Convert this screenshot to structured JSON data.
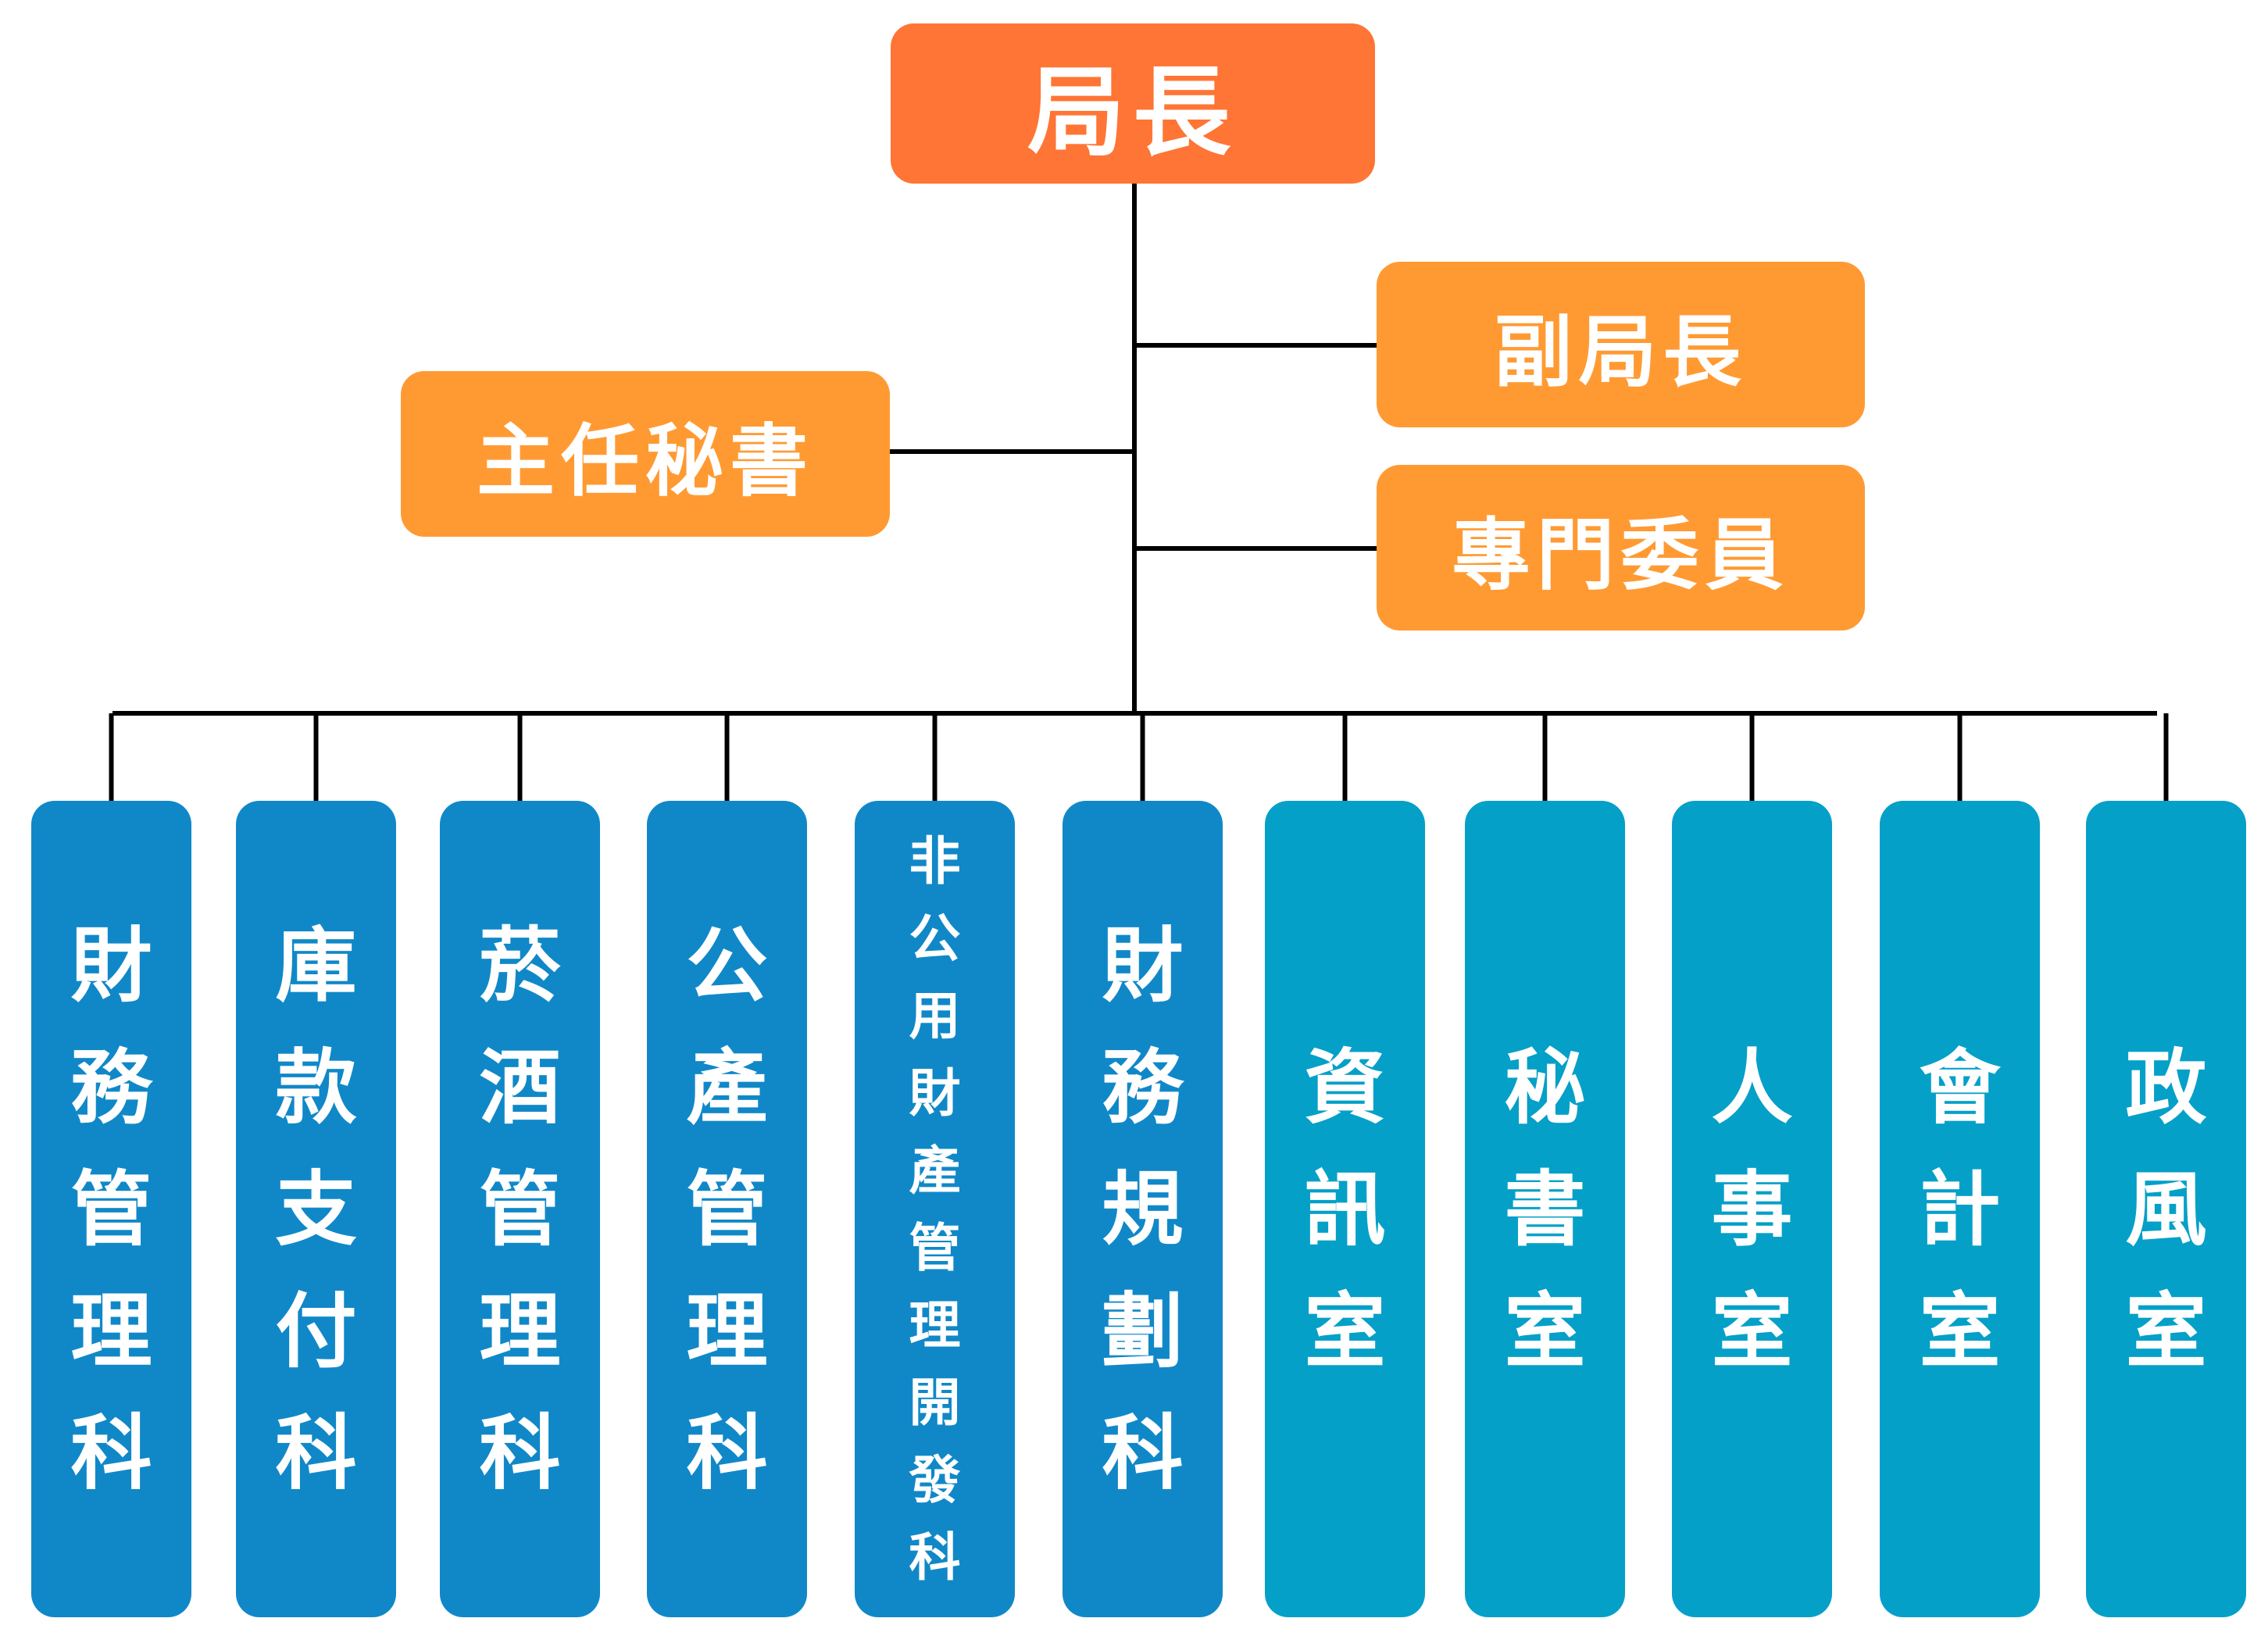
{
  "colors": {
    "director": "#ff7535",
    "deputy": "#ff9a33",
    "section": "#1088c8",
    "office": "#05a0c8",
    "line": "#000000"
  },
  "director": {
    "label": "局長"
  },
  "chief_secretary": {
    "label": "主任秘書"
  },
  "deputy_director": {
    "label": "副局長"
  },
  "specialist": {
    "label": "專門委員"
  },
  "units": [
    {
      "label": "財務管理科",
      "kind": "section"
    },
    {
      "label": "庫款支付科",
      "kind": "section"
    },
    {
      "label": "菸酒管理科",
      "kind": "section"
    },
    {
      "label": "公產管理科",
      "kind": "section"
    },
    {
      "label": "非公用財產管理開發科",
      "kind": "section"
    },
    {
      "label": "財務規劃科",
      "kind": "section"
    },
    {
      "label": "資訊室",
      "kind": "office"
    },
    {
      "label": "秘書室",
      "kind": "office"
    },
    {
      "label": "人事室",
      "kind": "office"
    },
    {
      "label": "會計室",
      "kind": "office"
    },
    {
      "label": "政風室",
      "kind": "office"
    }
  ]
}
